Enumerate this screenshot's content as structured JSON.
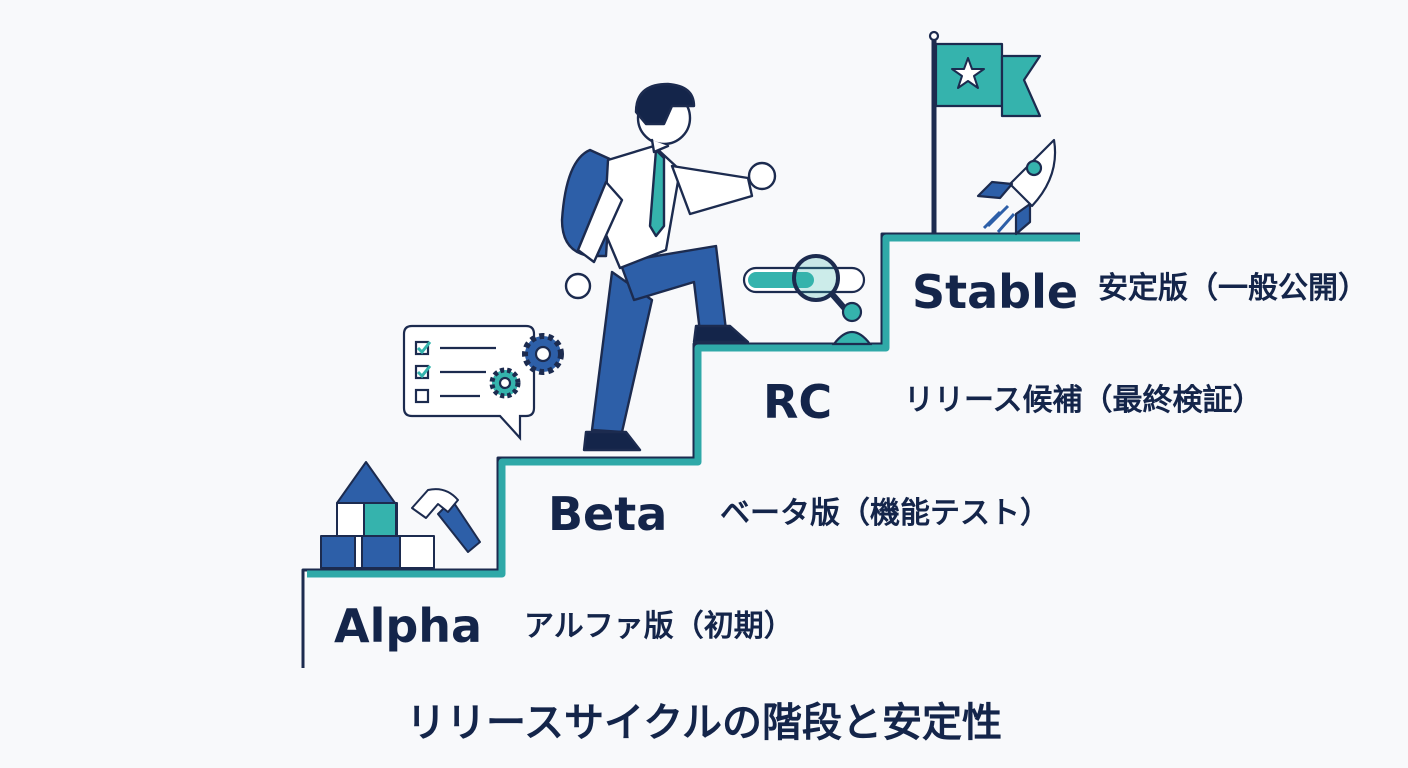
{
  "diagram": {
    "title": "リリースサイクルの階段と安定性",
    "steps": [
      {
        "name": "Alpha",
        "description": "アルファ版（初期）"
      },
      {
        "name": "Beta",
        "description": "ベータ版（機能テスト）"
      },
      {
        "name": "RC",
        "description": "リリース候補（最終検証）"
      },
      {
        "name": "Stable",
        "description": "安定版（一般公開）"
      }
    ]
  },
  "icons": {
    "alpha": [
      "building-blocks-icon",
      "hammer-icon"
    ],
    "beta": [
      "checklist-gear-icon"
    ],
    "rc": [
      "progress-magnifier-icon"
    ],
    "stable": [
      "flag-star-icon",
      "rocket-icon"
    ],
    "figure": "climbing-person-icon"
  },
  "colors": {
    "stair": "#2fa9a8",
    "navy": "#14254a",
    "blue": "#2d5fa8",
    "teal": "#35b3ad",
    "ink": "#1c2b4f"
  }
}
